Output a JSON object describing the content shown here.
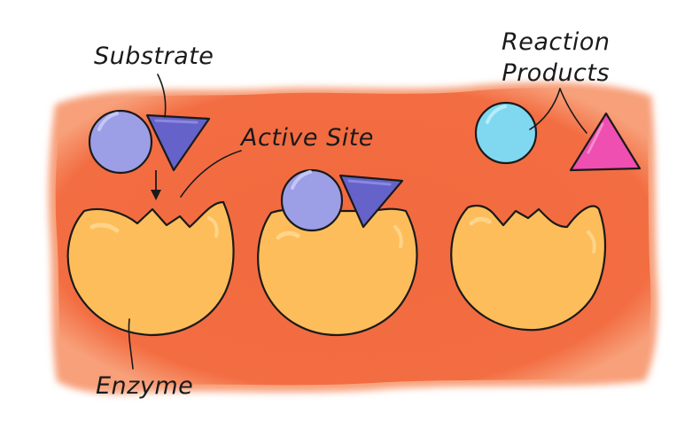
{
  "labels": {
    "substrate": "Substrate",
    "active_site": "Active Site",
    "enzyme": "Enzyme",
    "reaction_products_line1": "Reaction",
    "reaction_products_line2": "Products"
  },
  "colors": {
    "background_blob": "#f26a3f",
    "background_blob_light": "#f7885c",
    "enzyme_fill": "#fdbd5a",
    "enzyme_highlight": "#fed48a",
    "substrate_circle": "#9c9ee6",
    "substrate_triangle": "#6562c9",
    "product_circle": "#7fd8ef",
    "product_triangle": "#ee4fb0",
    "outline": "#1a1a1a"
  }
}
